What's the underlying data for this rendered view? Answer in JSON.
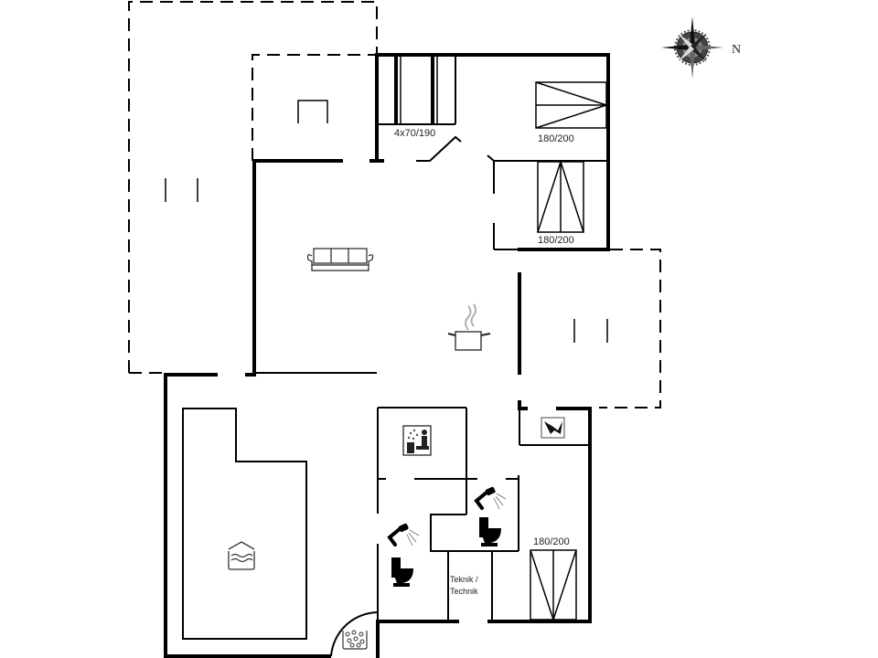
{
  "plan": {
    "compass_label": "N",
    "labels": {
      "bunk_beds": "4x70/190",
      "bed_top_right": "180/200",
      "bed_mid_right": "180/200",
      "bed_bottom": "180/200",
      "technik_line1": "Teknik /",
      "technik_line2": "Technik"
    },
    "icons": [
      "compass-rose-icon",
      "sofa-icon",
      "cooking-pot-icon",
      "sauna-icon",
      "shower-icon",
      "toilet-icon",
      "pool-icon",
      "whirlpool-icon",
      "washing-machine-icon"
    ],
    "colors": {
      "wall": "#000000",
      "background": "#ffffff",
      "steam": "#b0b0b0"
    }
  }
}
